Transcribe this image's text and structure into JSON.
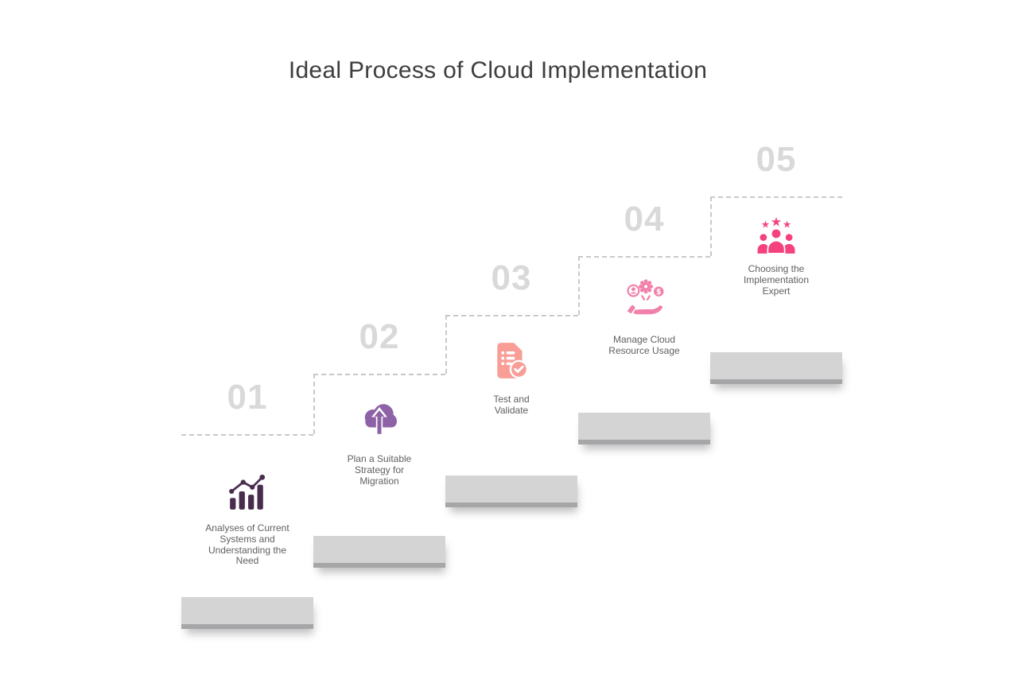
{
  "title": "Ideal Process of Cloud Implementation",
  "steps": [
    {
      "number": "01",
      "label_lines": [
        "Analyses of Current",
        "Systems and",
        "Understanding the",
        "Need"
      ],
      "icon": "bar-chart-trend-icon",
      "color": "#4a2c4f"
    },
    {
      "number": "02",
      "label_lines": [
        "Plan a Suitable",
        "Strategy for",
        "Migration"
      ],
      "icon": "cloud-upload-icon",
      "color": "#8d62a6"
    },
    {
      "number": "03",
      "label_lines": [
        "Test and",
        "Validate"
      ],
      "icon": "document-check-icon",
      "color": "#f89e97"
    },
    {
      "number": "04",
      "label_lines": [
        "Manage Cloud",
        "Resource Usage"
      ],
      "icon": "hand-resources-icon",
      "color": "#f180aa"
    },
    {
      "number": "05",
      "label_lines": [
        "Choosing the",
        "Implementation",
        "Expert"
      ],
      "icon": "team-stars-icon",
      "color": "#f4427e"
    }
  ],
  "colors": {
    "background": "#ffffff",
    "title_text": "#3e3e40",
    "step_number": "#d9d9d9",
    "label_text": "#606060",
    "dashed_line": "#c9c9c9",
    "stair_bar": "#d4d4d4",
    "stair_bar_edge": "#a6a6a8"
  }
}
